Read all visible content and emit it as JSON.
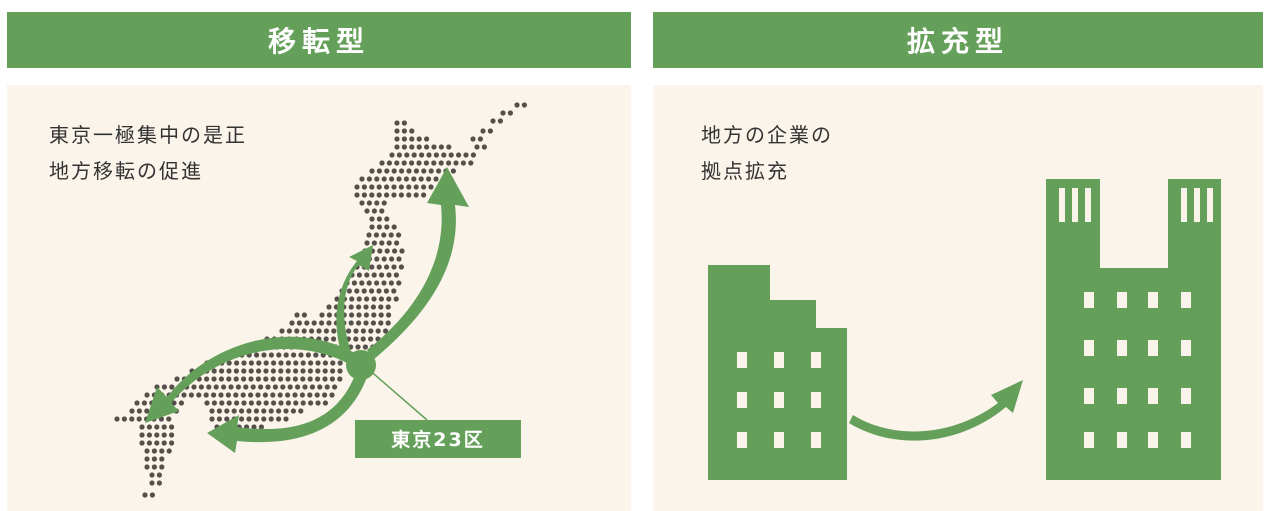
{
  "left_panel": {
    "title": "移転型",
    "description_lines": [
      "東京一極集中の是正",
      "地方移転の促進"
    ],
    "map_label": "東京23区",
    "map_icon": "japan-dot-map"
  },
  "right_panel": {
    "title": "拡充型",
    "description_lines": [
      "地方の企業の",
      "拠点拡充"
    ],
    "small_building_icon": "building-icon",
    "large_building_icon": "building-icon"
  },
  "colors": {
    "accent": "#64a05a",
    "panel_bg": "#faf4ea",
    "dot": "#55504b",
    "text": "#333333"
  }
}
